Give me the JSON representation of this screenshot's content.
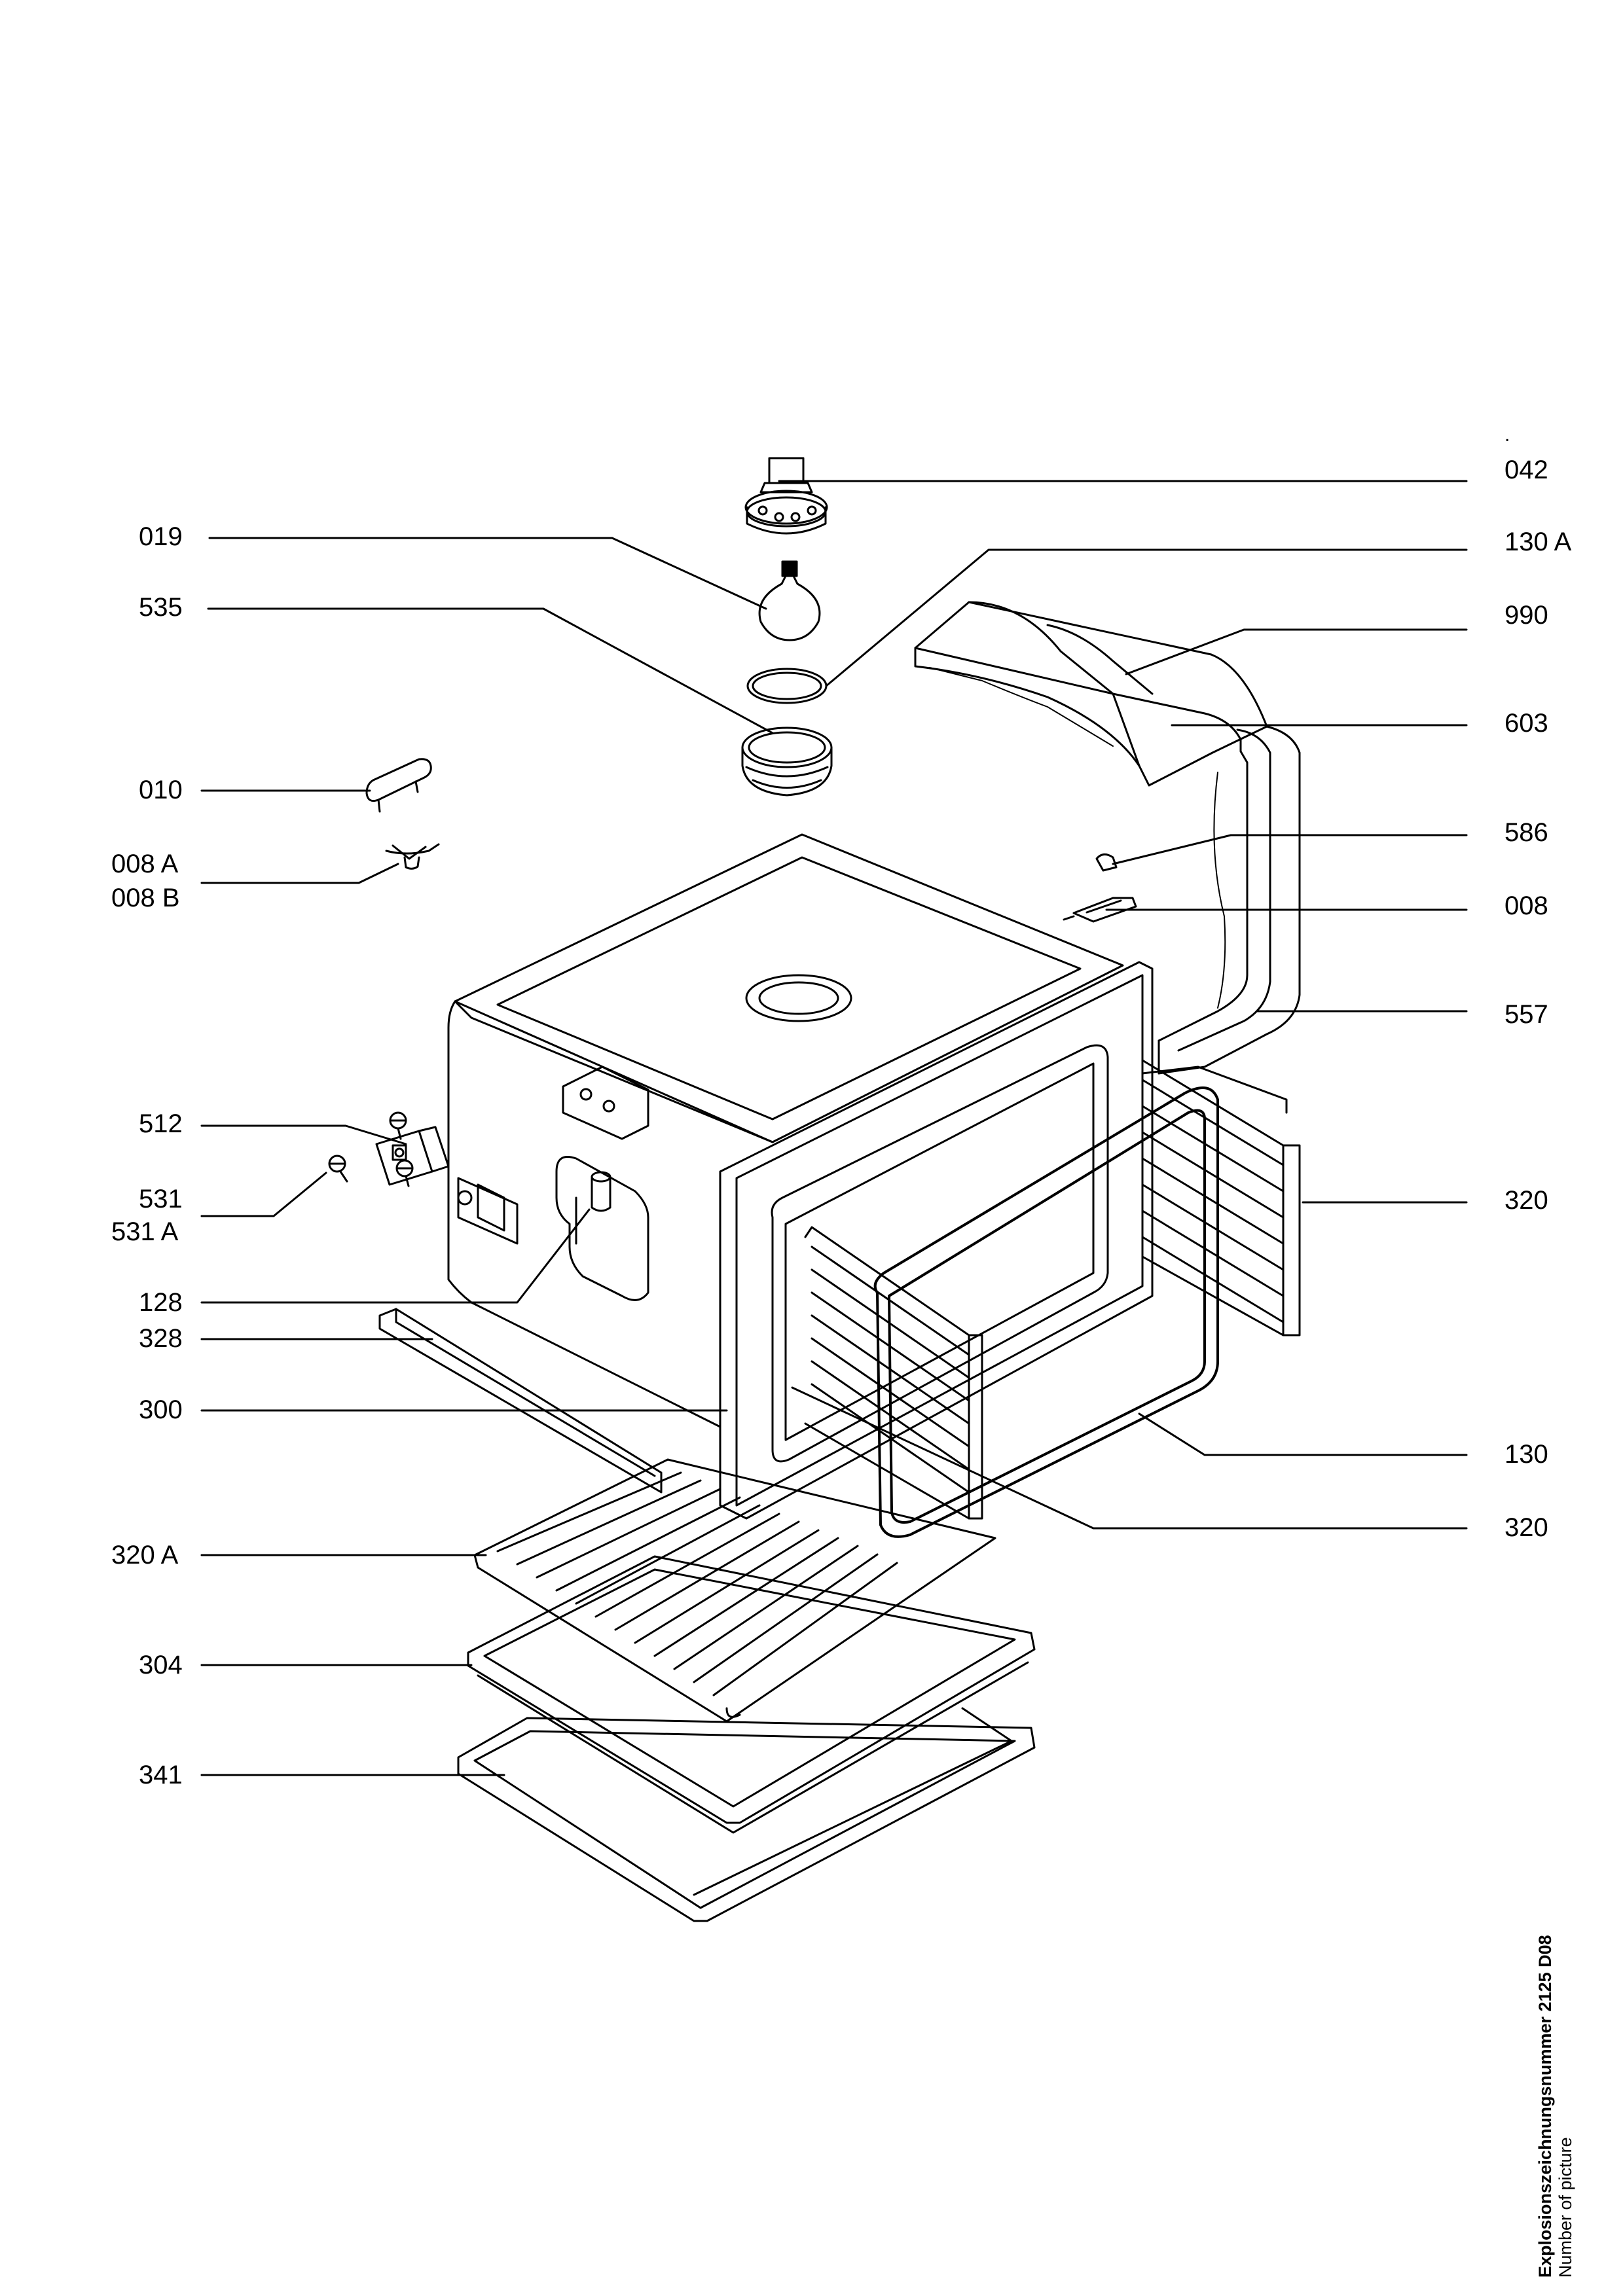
{
  "labels_left": [
    {
      "id": "019",
      "text": "019"
    },
    {
      "id": "535",
      "text": "535"
    },
    {
      "id": "010",
      "text": "010"
    },
    {
      "id": "008a",
      "text": "008 A"
    },
    {
      "id": "008b",
      "text": "008 B"
    },
    {
      "id": "512",
      "text": "512"
    },
    {
      "id": "531",
      "text": "531"
    },
    {
      "id": "531a",
      "text": "531 A"
    },
    {
      "id": "128",
      "text": "128"
    },
    {
      "id": "328",
      "text": "328"
    },
    {
      "id": "300",
      "text": "300"
    },
    {
      "id": "320a",
      "text": "320 A"
    },
    {
      "id": "304",
      "text": "304"
    },
    {
      "id": "341",
      "text": "341"
    }
  ],
  "labels_right": [
    {
      "id": "dot",
      "text": "."
    },
    {
      "id": "042",
      "text": "042"
    },
    {
      "id": "130a",
      "text": "130 A"
    },
    {
      "id": "990",
      "text": "990"
    },
    {
      "id": "603",
      "text": "603"
    },
    {
      "id": "586",
      "text": "586"
    },
    {
      "id": "008",
      "text": "008"
    },
    {
      "id": "557",
      "text": "557"
    },
    {
      "id": "320r",
      "text": "320"
    },
    {
      "id": "130",
      "text": "130"
    },
    {
      "id": "320r2",
      "text": "320"
    }
  ],
  "footer": {
    "title": "Explosionszeichnungsnummer 2125 D08",
    "subtitle": "Number of picture"
  }
}
